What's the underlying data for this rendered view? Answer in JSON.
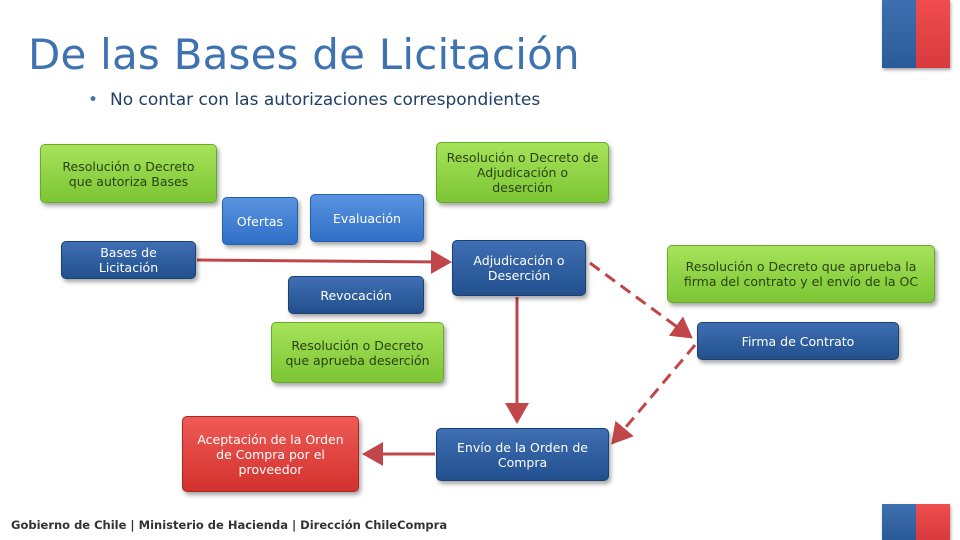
{
  "slide": {
    "title": "De las Bases de Licitación",
    "bullet": "No contar con las autorizaciones correspondientes",
    "footer": "Gobierno de Chile | Ministerio de Hacienda | Dirección ChileCompra"
  },
  "boxes": {
    "res_autoriza_bases": "Resolución o Decreto que autoriza Bases",
    "res_adjudicacion": "Resolución o Decreto de Adjudicación o deserción",
    "ofertas": "Ofertas",
    "evaluacion": "Evaluación",
    "bases_licitacion": "Bases de Licitación",
    "adjudicacion_desercion": "Adjudicación o Deserción",
    "res_firma_contrato": "Resolución o Decreto que aprueba la firma del contrato y el envío de la OC",
    "revocacion": "Revocación",
    "firma_contrato": "Firma de Contrato",
    "res_desercion": "Resolución o Decreto que aprueba deserción",
    "aceptacion_oc": "Aceptación de la Orden de Compra por el proveedor",
    "envio_oc": "Envío de la Orden de Compra"
  },
  "colors": {
    "green": "#7cc534",
    "dark_blue": "#22508f",
    "light_blue": "#2f6fc6",
    "red": "#d3322e",
    "arrow": "#c0464a",
    "title": "#3f72b0"
  }
}
